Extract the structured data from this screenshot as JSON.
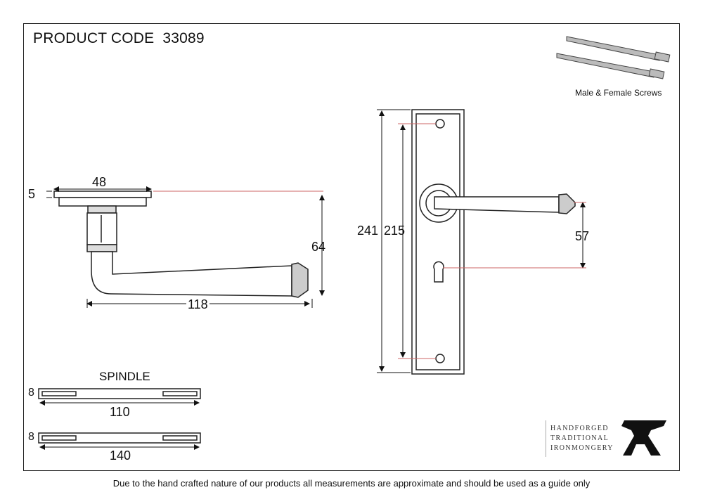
{
  "title": {
    "label": "PRODUCT CODE",
    "code": "33089"
  },
  "screws_label": "Male & Female Screws",
  "dimensions": {
    "rose_width": "48",
    "rose_thickness": "5",
    "lever_height": "64",
    "lever_length": "118",
    "plate_height": "241",
    "fixing_centres": "215",
    "lever_to_keyhole": "57",
    "spindle_title": "SPINDLE",
    "spindle1_size": "8",
    "spindle1_length": "110",
    "spindle2_size": "8",
    "spindle2_length": "140"
  },
  "brand": {
    "line1": "HANDFORGED",
    "line2": "TRADITIONAL",
    "line3": "IRONMONGERY"
  },
  "footer": "Due to the hand crafted nature of our products all measurements are approximate and should be used as a guide only"
}
